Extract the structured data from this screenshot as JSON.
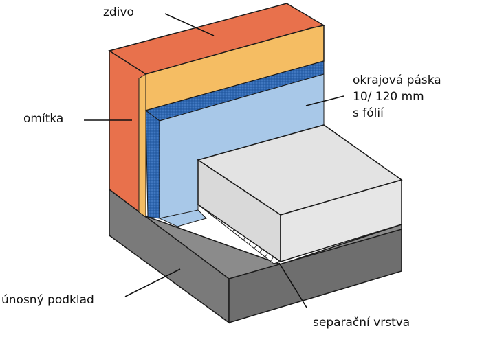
{
  "labels": {
    "masonry": "zdivo",
    "plaster": "omítka",
    "edge_strip_line1": "okrajová páska",
    "edge_strip_line2": "10/ 120 mm",
    "edge_strip_line3": "s fólií",
    "load_bearing_base": "únosný podklad",
    "separation_layer": "separační vrstva"
  },
  "colors": {
    "masonry_top": "#e8714c",
    "masonry_side": "#e8714c",
    "plaster": "#f5bd63",
    "edge_strip_foil": "#2f67b0",
    "edge_strip": "#a8c8e8",
    "screed_top": "#e3e3e3",
    "screed_side": "#d6d6d6",
    "base_top": "#8b8b8b",
    "base_side": "#6f6f6f",
    "outline": "#1a1a1a"
  }
}
